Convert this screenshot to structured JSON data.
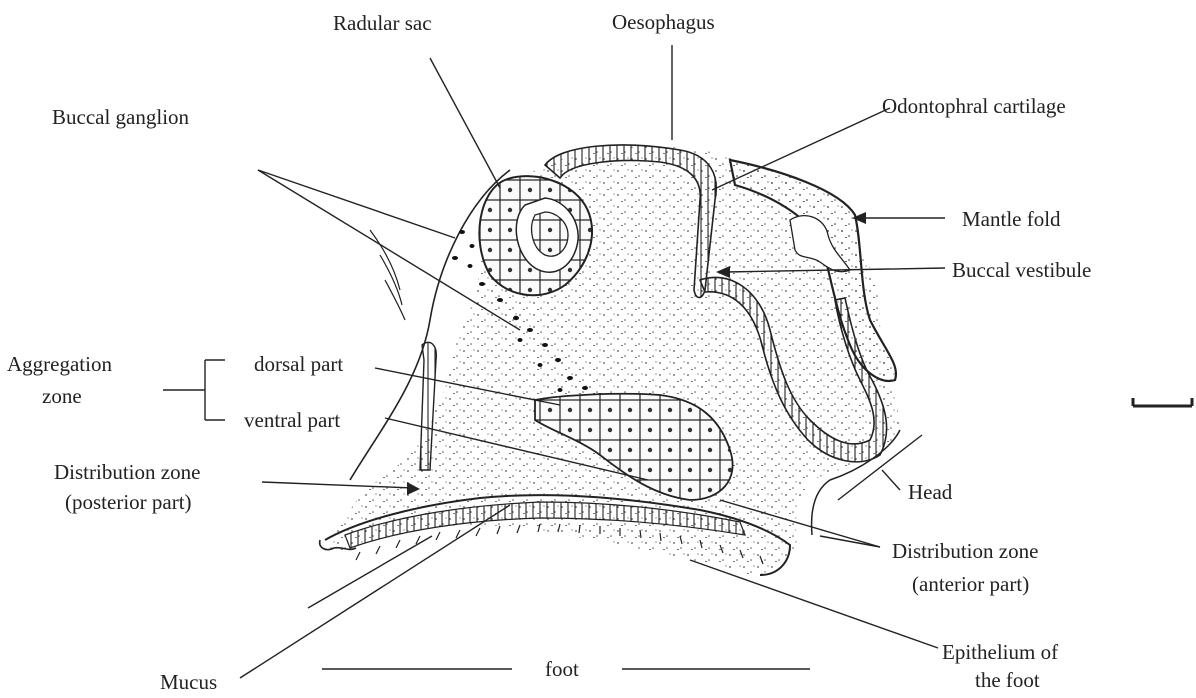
{
  "labels": {
    "radular_sac": "Radular sac",
    "oesophagus": "Oesophagus",
    "odontophral_cartilage": "Odontophral cartilage",
    "buccal_ganglion": "Buccal ganglion",
    "mantle_fold": "Mantle fold",
    "buccal_vestibule": "Buccal vestibule",
    "aggregation": "Aggregation",
    "zone": "zone",
    "dorsal_part": "dorsal part",
    "ventral_part": "ventral part",
    "distribution_zone_posterior": "Distribution zone",
    "posterior_part": "(posterior part)",
    "head": "Head",
    "distribution_zone_anterior": "Distribution zone",
    "anterior_part": "(anterior part)",
    "mucus": "Mucus",
    "foot": "foot",
    "epithelium_line1": "Epithelium of",
    "epithelium_line2": "the foot"
  },
  "colors": {
    "ink": "#222222",
    "stipple": "#555555",
    "background": "#ffffff"
  }
}
